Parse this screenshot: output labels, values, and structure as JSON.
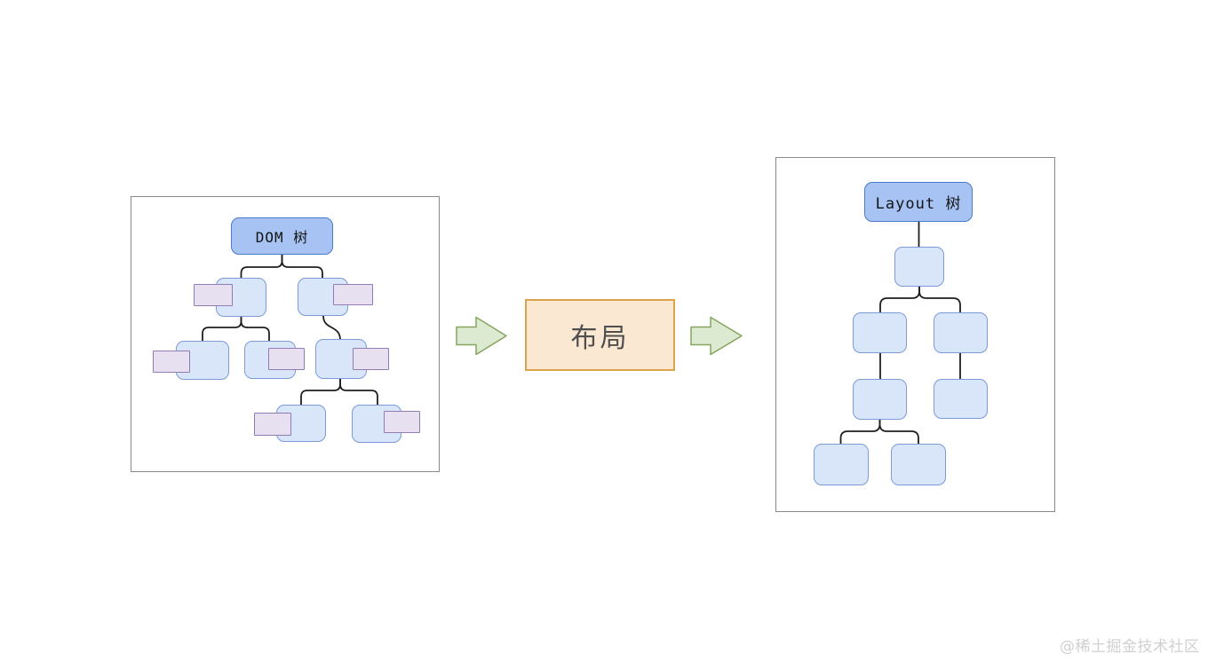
{
  "diagram": {
    "type": "browser-rendering-layout-pipeline",
    "dom_panel": {
      "title": "DOM 树",
      "node_count": 7,
      "structure": "root header with 2 children; left child has 2 leaf children; right child has 1 child which has 2 leaf children",
      "fragment_note": "every tree node has an attached small rectangle overlapping its left or right side"
    },
    "process_box": {
      "label": "布局"
    },
    "layout_panel": {
      "title": "Layout 树",
      "node_count": 7,
      "structure": "root header with 1 child; that child has 2 children; each of those has 1 child; the left grandchild has 2 leaf children"
    },
    "arrows": {
      "count": 2,
      "direction": "right"
    },
    "colors": {
      "header_node_fill": "#a6c3f3",
      "header_node_border": "#4a7bc9",
      "tree_node_fill": "#d9e5f9",
      "tree_node_border": "#7b9ad8",
      "fragment_fill": "#e7e0f0",
      "fragment_border": "#907cb2",
      "arrow_fill": "#ddead2",
      "arrow_border": "#85a55e",
      "process_fill": "#fbe8d2",
      "process_border": "#dba44c",
      "connector": "#1f1f1f",
      "panel_border": "#8a8a8a"
    }
  },
  "watermark": {
    "text": "@稀土掘金技术社区"
  }
}
